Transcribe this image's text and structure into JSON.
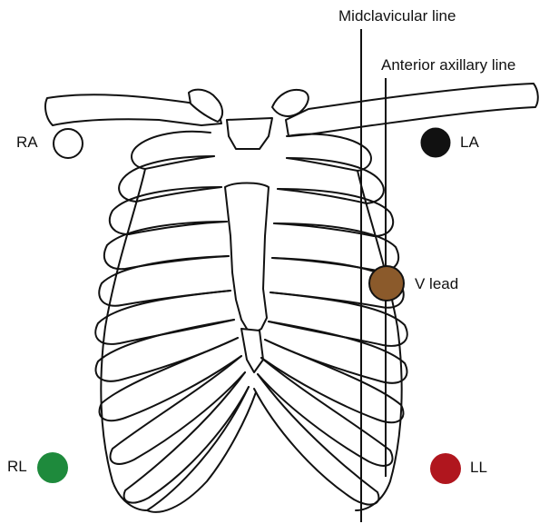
{
  "reference_lines": {
    "midclavicular": "Midclavicular line",
    "anterior_axillary": "Anterior axillary line"
  },
  "electrodes": {
    "ra": {
      "label": "RA",
      "color": "#ffffff"
    },
    "la": {
      "label": "LA",
      "color": "#111111"
    },
    "v": {
      "label": "V lead",
      "color": "#8b5a2b"
    },
    "rl": {
      "label": "RL",
      "color": "#1e8a3c"
    },
    "ll": {
      "label": "LL",
      "color": "#b0161e"
    }
  }
}
